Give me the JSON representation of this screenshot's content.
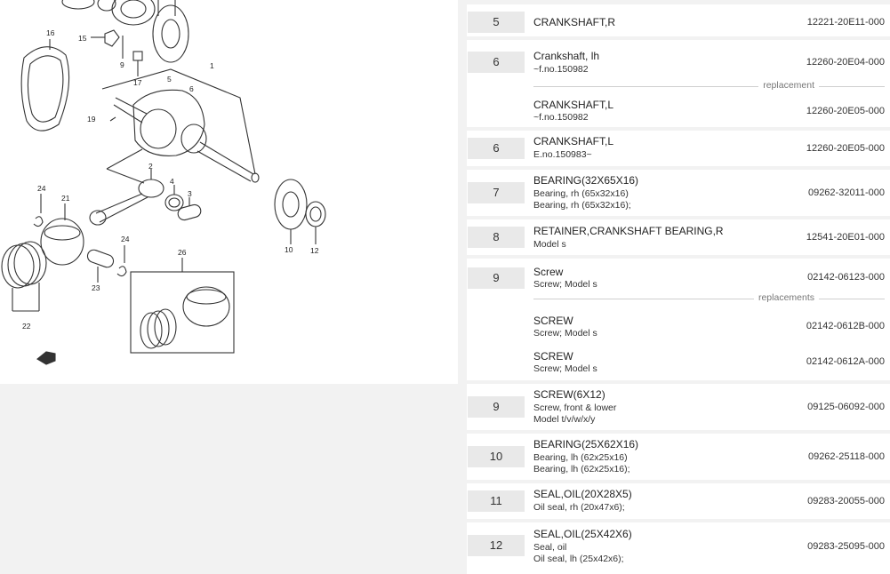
{
  "diagram": {
    "callouts": [
      "16",
      "15",
      "9",
      "17",
      "1",
      "5",
      "6",
      "19",
      "2",
      "4",
      "3",
      "24",
      "21",
      "10",
      "12",
      "24",
      "26",
      "23",
      "22"
    ]
  },
  "parts": [
    {
      "pos": "5",
      "items": [
        {
          "name": "CRANKSHAFT,R",
          "notes": [],
          "number": "12221-20E11-000"
        }
      ]
    },
    {
      "pos": "6",
      "items": [
        {
          "name": "Crankshaft, lh",
          "notes": [
            "~f.no.150982"
          ],
          "number": "12260-20E04-000"
        }
      ],
      "replacement_label": "replacement",
      "replacements": [
        {
          "name": "CRANKSHAFT,L",
          "notes": [
            "~f.no.150982"
          ],
          "number": "12260-20E05-000"
        }
      ]
    },
    {
      "pos": "6",
      "items": [
        {
          "name": "CRANKSHAFT,L",
          "notes": [
            "E.no.150983~"
          ],
          "number": "12260-20E05-000"
        }
      ]
    },
    {
      "pos": "7",
      "items": [
        {
          "name": "BEARING(32X65X16)",
          "notes": [
            "Bearing, rh (65x32x16)",
            "Bearing, rh (65x32x16);"
          ],
          "number": "09262-32011-000"
        }
      ]
    },
    {
      "pos": "8",
      "items": [
        {
          "name": "RETAINER,CRANKSHAFT BEARING,R",
          "notes": [
            "Model s"
          ],
          "number": "12541-20E01-000"
        }
      ]
    },
    {
      "pos": "9",
      "items": [
        {
          "name": "Screw",
          "notes": [
            "Screw; Model s"
          ],
          "number": "02142-06123-000"
        }
      ],
      "replacement_label": "replacements",
      "replacements": [
        {
          "name": "SCREW",
          "notes": [
            "Screw; Model s"
          ],
          "number": "02142-0612B-000"
        },
        {
          "name": "SCREW",
          "notes": [
            "Screw; Model s"
          ],
          "number": "02142-0612A-000"
        }
      ]
    },
    {
      "pos": "9",
      "items": [
        {
          "name": "SCREW(6X12)",
          "notes": [
            "Screw, front & lower",
            "Model t/v/w/x/y"
          ],
          "number": "09125-06092-000"
        }
      ]
    },
    {
      "pos": "10",
      "items": [
        {
          "name": "BEARING(25X62X16)",
          "notes": [
            "Bearing, lh (62x25x16)",
            "Bearing, lh (62x25x16);"
          ],
          "number": "09262-25118-000"
        }
      ]
    },
    {
      "pos": "11",
      "items": [
        {
          "name": "SEAL,OIL(20X28X5)",
          "notes": [
            "Oil seal, rh (20x47x6);"
          ],
          "number": "09283-20055-000"
        }
      ]
    },
    {
      "pos": "12",
      "items": [
        {
          "name": "SEAL,OIL(25X42X6)",
          "notes": [
            "Seal, oil",
            "Oil seal, lh (25x42x6);"
          ],
          "number": "09283-25095-000"
        }
      ]
    }
  ]
}
